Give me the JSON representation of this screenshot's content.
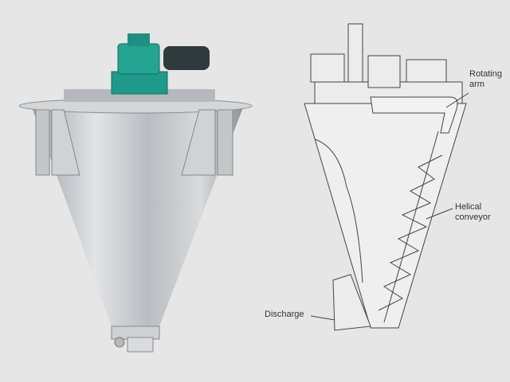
{
  "labels": {
    "rotating_arm": [
      "Rotating",
      "arm"
    ],
    "helical_conveyor": [
      "Helical",
      "conveyor"
    ],
    "discharge": "Discharge"
  },
  "colors": {
    "background": "#e6e6e6",
    "gearbox": "#1f9a8a",
    "motor": "#2f3a3c",
    "steel": "#c9cccf"
  }
}
